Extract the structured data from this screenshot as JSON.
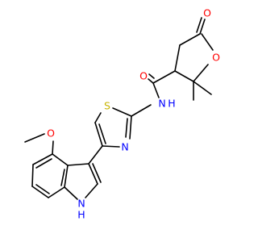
{
  "diagram": {
    "atoms": {
      "o_carbonyl_lactone": {
        "text": "O",
        "color": "#ff0000"
      },
      "o_ring": {
        "text": "O",
        "color": "#ff0000"
      },
      "o_amide": {
        "text": "O",
        "color": "#ff0000"
      },
      "nh_amide": {
        "text": "N",
        "h_text": "H",
        "color": "#0000ff"
      },
      "s_thiazole": {
        "text": "S",
        "color": "#c8b400"
      },
      "n_thiazole": {
        "text": "N",
        "color": "#0000ff"
      },
      "o_methoxy": {
        "text": "O",
        "color": "#ff0000"
      },
      "nh_indole": {
        "text": "N",
        "h_text": "H",
        "color": "#0000ff"
      }
    }
  }
}
